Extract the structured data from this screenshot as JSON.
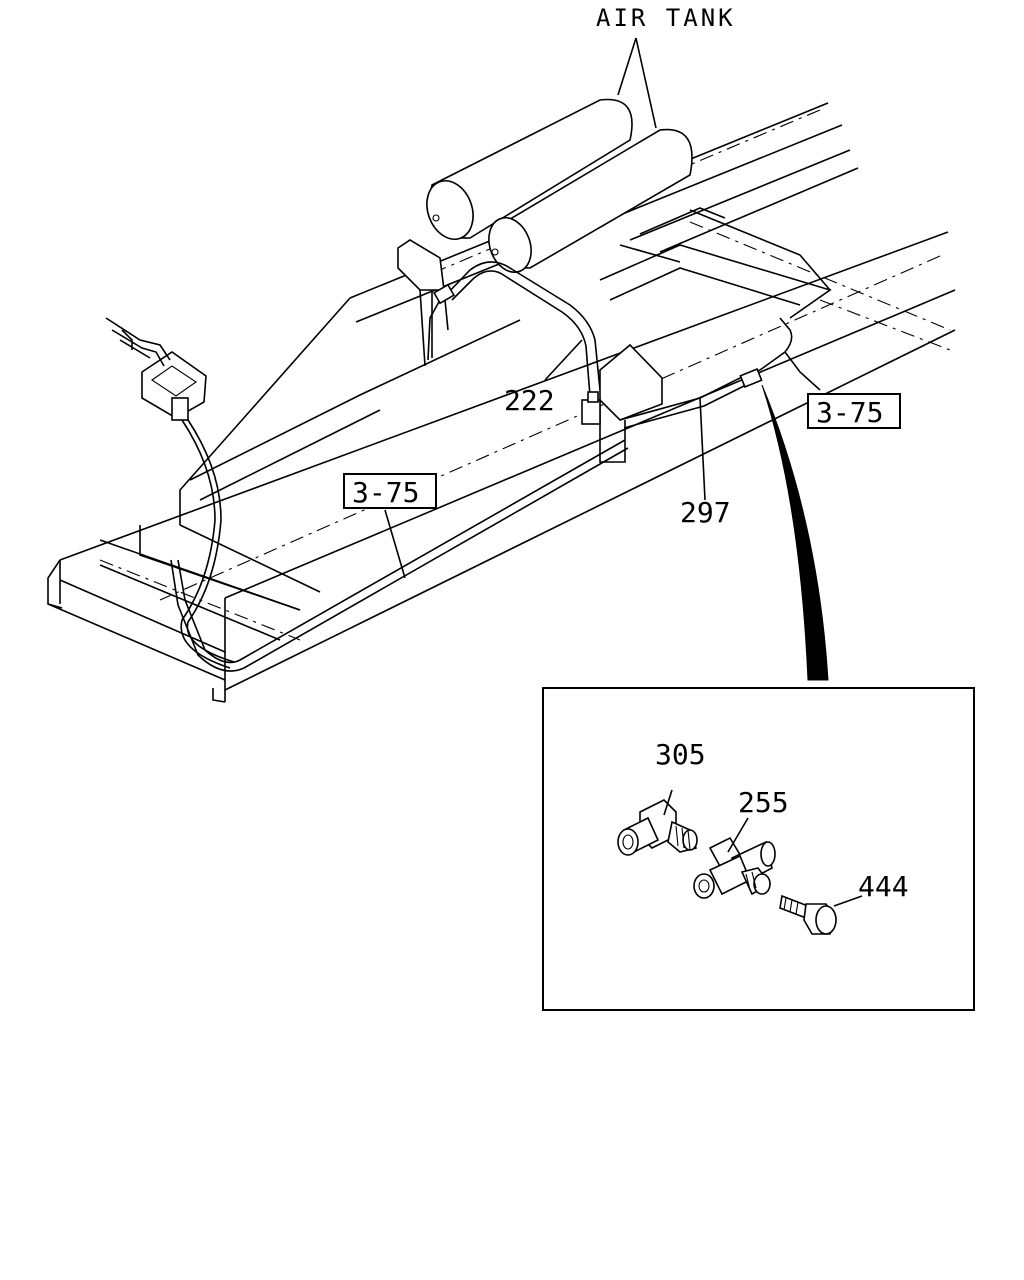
{
  "diagram": {
    "labels": {
      "air_tank": "AIR TANK",
      "part_222": "222",
      "part_297": "297",
      "part_305": "305",
      "part_255": "255",
      "part_444": "444",
      "ref_right": "3-75",
      "ref_left": "3-75"
    },
    "colors": {
      "line": "#000000",
      "background": "#ffffff"
    }
  }
}
